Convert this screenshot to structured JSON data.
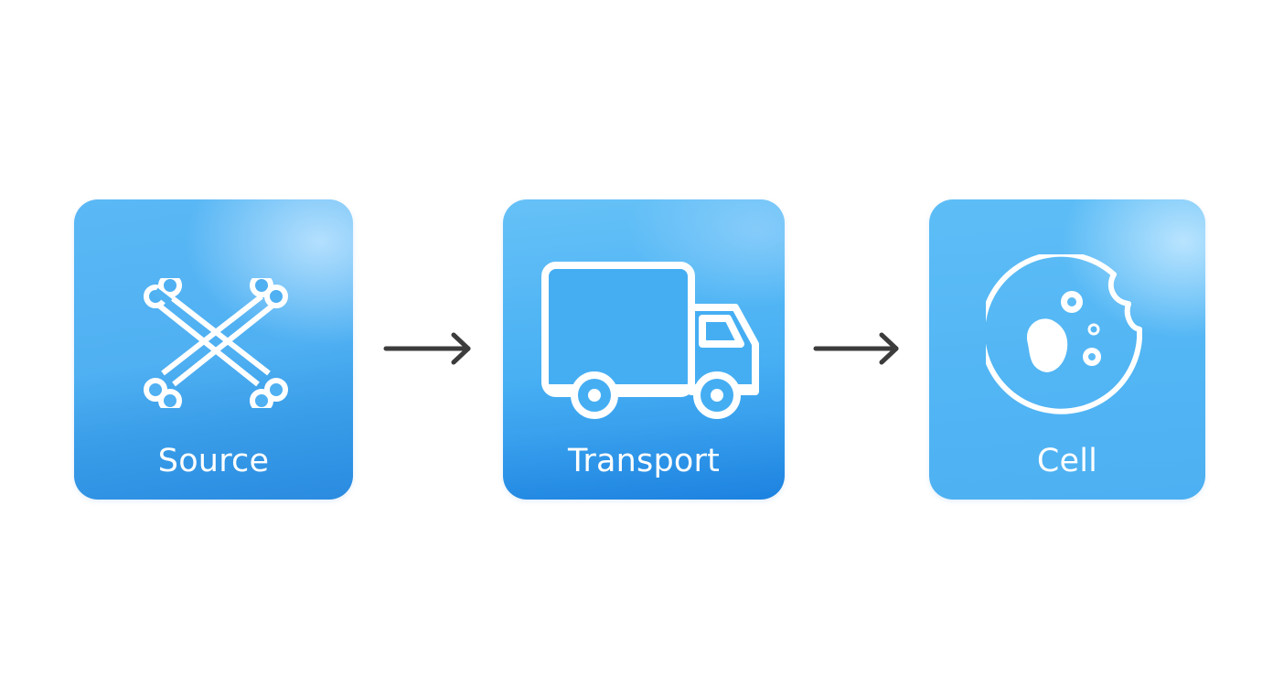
{
  "steps": [
    {
      "label": "Source",
      "icon": "crossed-bones-icon"
    },
    {
      "label": "Transport",
      "icon": "truck-icon"
    },
    {
      "label": "Cell",
      "icon": "cell-icon"
    }
  ],
  "colors": {
    "card_blue": "#4fb0f2",
    "icon_white": "#ffffff",
    "arrow": "#3c3c3c"
  }
}
